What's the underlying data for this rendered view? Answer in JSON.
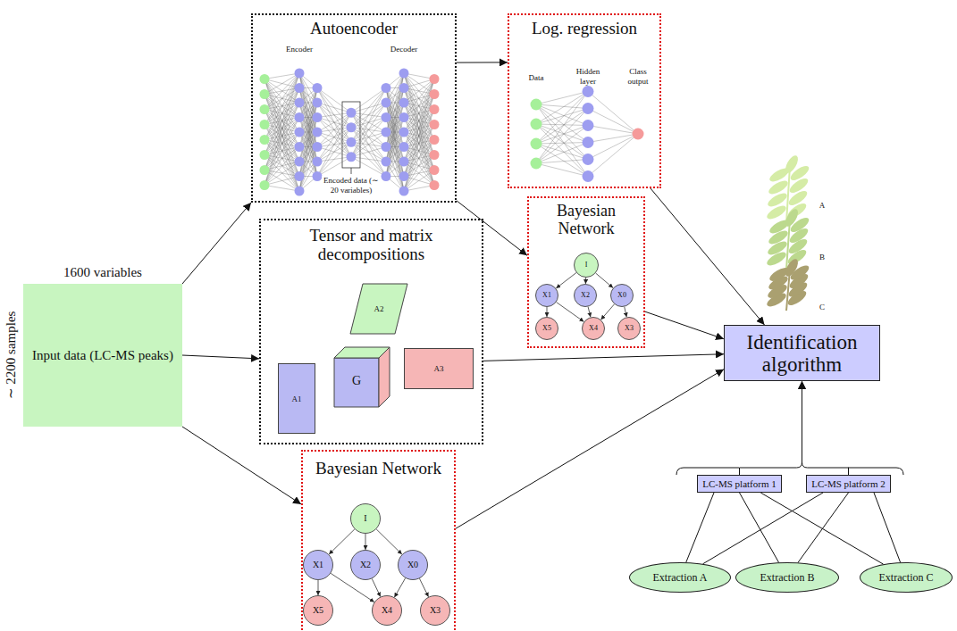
{
  "diagram": {
    "nodes": [
      {
        "text": [
          "1600 variables",
          "Input data (LC-MS peaks)",
          "∼ 2200 samples"
        ]
      },
      {
        "text": [
          "Autoencoder"
        ]
      },
      {
        "text": [
          "Log. regression"
        ]
      },
      {
        "text": [
          "Bayesian Network"
        ]
      },
      {
        "text": [
          "I"
        ],
        "in": 3
      },
      {
        "text": [
          "X1"
        ],
        "in": 3
      },
      {
        "text": [
          "X2"
        ],
        "in": 3
      },
      {
        "text": [
          "X0"
        ],
        "in": 3
      },
      {
        "text": [
          "X5"
        ],
        "in": 3
      },
      {
        "text": [
          "X4"
        ],
        "in": 3
      },
      {
        "text": [
          "X3"
        ],
        "in": 3
      },
      {
        "text": [
          "Tensor and matrix decompositions"
        ]
      },
      {
        "text": [
          "A2"
        ],
        "in": 11
      },
      {
        "text": [
          "A1"
        ],
        "in": 11
      },
      {
        "text": [
          "G"
        ],
        "in": 11
      },
      {
        "text": [
          "A3"
        ],
        "in": 11
      },
      {
        "text": [
          "Bayesian Network"
        ]
      },
      {
        "text": [
          "I"
        ],
        "in": 16
      },
      {
        "text": [
          "X1"
        ],
        "in": 16
      },
      {
        "text": [
          "X2"
        ],
        "in": 16
      },
      {
        "text": [
          "X0"
        ],
        "in": 16
      },
      {
        "text": [
          "X5"
        ],
        "in": 16
      },
      {
        "text": [
          "X4"
        ],
        "in": 16
      },
      {
        "text": [
          "X3"
        ],
        "in": 16
      },
      {
        "text": [
          "Identification algorithm"
        ]
      },
      {
        "text": [
          "LC-MS platform 1"
        ]
      },
      {
        "text": [
          "LC-MS platform 2"
        ]
      },
      {
        "text": [
          "Extraction A"
        ]
      },
      {
        "text": [
          "Extraction B"
        ]
      },
      {
        "text": [
          "Extraction C"
        ]
      }
    ],
    "edges": [
      {
        "from": 0,
        "to": 1,
        "arrow": "to"
      },
      {
        "from": 0,
        "to": 11,
        "arrow": "to"
      },
      {
        "from": 0,
        "to": 16,
        "arrow": "to"
      },
      {
        "from": 1,
        "to": 2,
        "arrow": "to"
      },
      {
        "from": 1,
        "to": 3,
        "arrow": "to"
      },
      {
        "from": 2,
        "to": 24,
        "arrow": "to"
      },
      {
        "from": 3,
        "to": 24,
        "arrow": "to"
      },
      {
        "from": 11,
        "to": 24,
        "arrow": "to"
      },
      {
        "from": 16,
        "to": 24,
        "arrow": "to"
      },
      {
        "from": 25,
        "to": 24,
        "arrow": "to"
      },
      {
        "from": 26,
        "to": 24,
        "arrow": "to"
      },
      {
        "from": 25,
        "to": 27,
        "arrow": "none"
      },
      {
        "from": 25,
        "to": 28,
        "arrow": "none"
      },
      {
        "from": 25,
        "to": 29,
        "arrow": "none"
      },
      {
        "from": 26,
        "to": 27,
        "arrow": "none"
      },
      {
        "from": 26,
        "to": 28,
        "arrow": "none"
      },
      {
        "from": 26,
        "to": 29,
        "arrow": "none"
      },
      {
        "from": 4,
        "to": 5,
        "arrow": "to"
      },
      {
        "from": 4,
        "to": 6,
        "arrow": "to"
      },
      {
        "from": 4,
        "to": 7,
        "arrow": "to"
      },
      {
        "from": 5,
        "to": 8,
        "arrow": "to"
      },
      {
        "from": 5,
        "to": 9,
        "arrow": "to"
      },
      {
        "from": 6,
        "to": 9,
        "arrow": "to"
      },
      {
        "from": 7,
        "to": 9,
        "arrow": "to"
      },
      {
        "from": 7,
        "to": 10,
        "arrow": "to"
      },
      {
        "from": 17,
        "to": 18,
        "arrow": "to"
      },
      {
        "from": 17,
        "to": 19,
        "arrow": "to"
      },
      {
        "from": 17,
        "to": 20,
        "arrow": "to"
      },
      {
        "from": 18,
        "to": 21,
        "arrow": "to"
      },
      {
        "from": 18,
        "to": 22,
        "arrow": "to"
      },
      {
        "from": 19,
        "to": 22,
        "arrow": "to"
      },
      {
        "from": 20,
        "to": 22,
        "arrow": "to"
      },
      {
        "from": 20,
        "to": 23,
        "arrow": "to"
      }
    ],
    "labels": [
      "Encoder",
      "Decoder",
      "Encoded data (∼ 20 variables)",
      "Data",
      "Hidden layer",
      "Class output",
      "A",
      "B",
      "C"
    ]
  }
}
